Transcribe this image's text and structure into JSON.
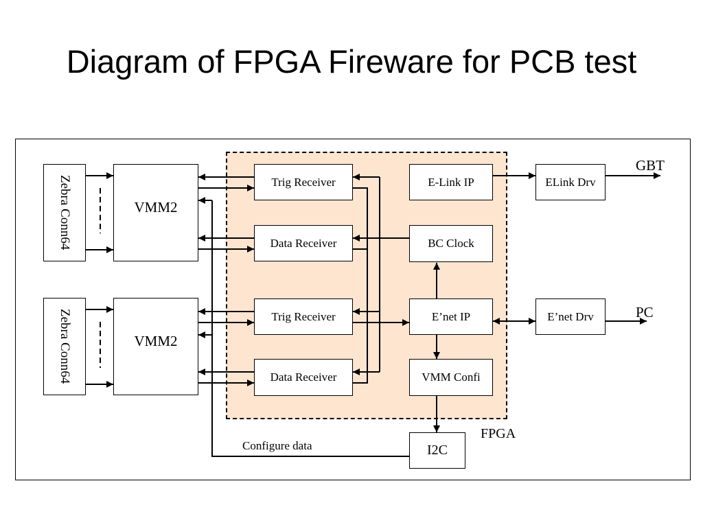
{
  "title": "Diagram of FPGA Fireware for PCB test",
  "blocks": {
    "zebra_1": "Zebra Conn64",
    "zebra_2": "Zebra Conn64",
    "vmm_1": "VMM2",
    "vmm_2": "VMM2",
    "trig_rx_1": "Trig Receiver",
    "data_rx_1": "Data Receiver",
    "trig_rx_2": "Trig Receiver",
    "data_rx_2": "Data Receiver",
    "elink_ip": "E-Link IP",
    "bc_clock": "BC Clock",
    "enet_ip": "E’net IP",
    "vmm_confi": "VMM Confi",
    "elink_drv": "ELink Drv",
    "enet_drv": "E’net Drv",
    "i2c": "I2C"
  },
  "labels": {
    "gbt": "GBT",
    "pc": "PC",
    "fpga": "FPGA",
    "configure_data": "Configure data"
  },
  "colors": {
    "fpga_fill": "#fde5cf",
    "line": "#000000",
    "background": "#ffffff"
  }
}
